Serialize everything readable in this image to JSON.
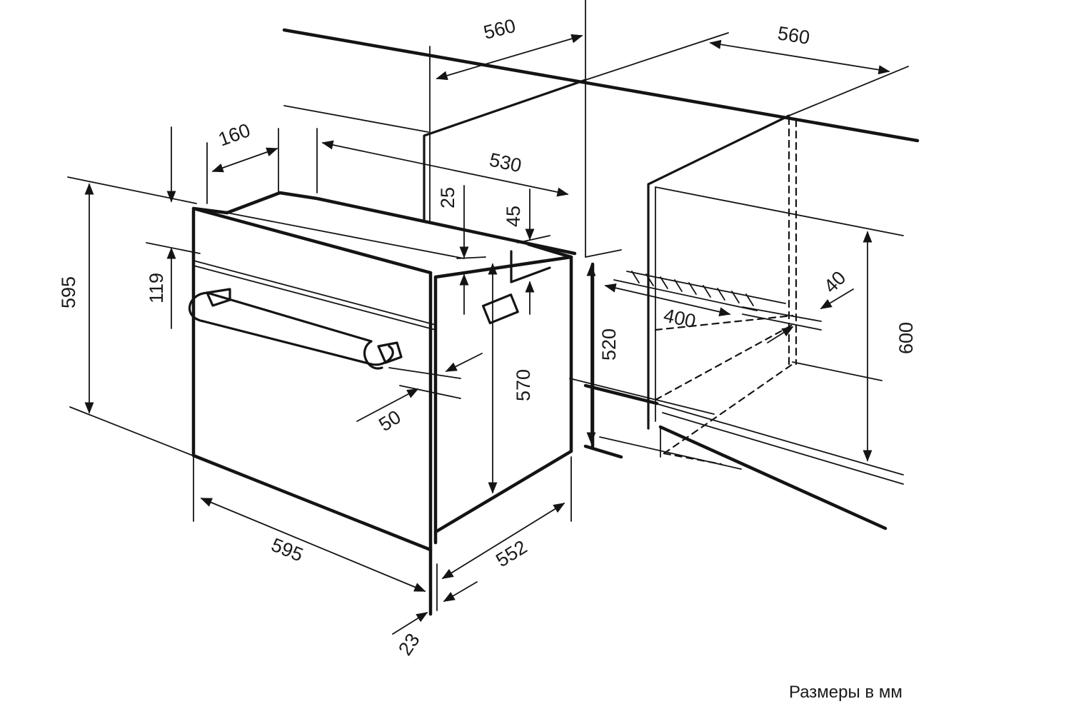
{
  "diagram": {
    "dimensions": {
      "cabinet_depth_upper": "560",
      "cabinet_depth_right": "560",
      "niche_depth_top": "530",
      "back_clearance": "160",
      "top_gap": "25",
      "side_gap": "45",
      "control_panel_height": "119",
      "oven_height": "595",
      "niche_width": "570",
      "door_offset": "50",
      "oven_width": "595",
      "oven_depth": "552",
      "door_thickness": "23",
      "niche_height_left": "520",
      "niche_height_right": "600",
      "vent_length": "400",
      "vent_depth": "40"
    },
    "note": "Размеры в мм"
  }
}
